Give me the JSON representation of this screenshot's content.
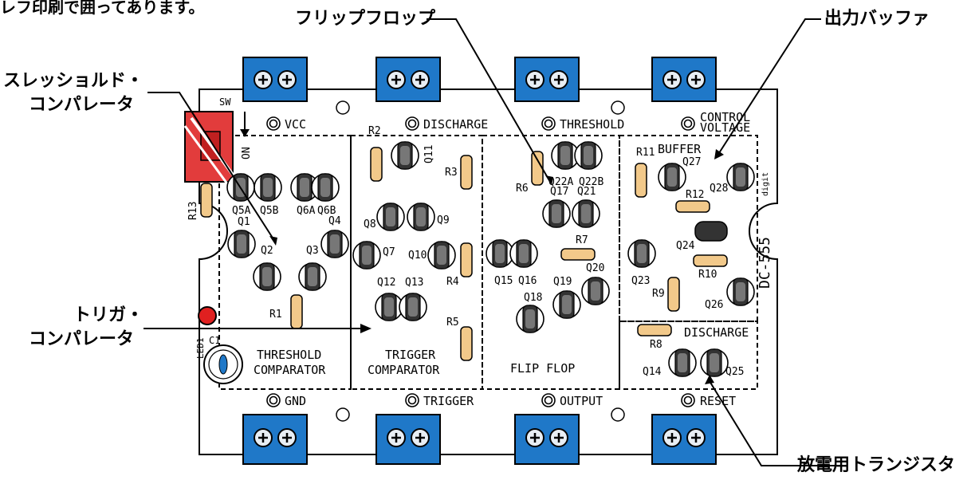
{
  "top_fragment": "レフ印刷で囲ってあります。",
  "callouts": {
    "flipflop": "フリップフロップ",
    "output_buffer": "出力バッファ",
    "threshold_comp_1": "スレッショルド・",
    "threshold_comp_2": "コンパレータ",
    "trigger_comp_1": "トリガ・",
    "trigger_comp_2": "コンパレータ",
    "discharge_tr": "放電用トランジスタ"
  },
  "board": {
    "switch_label": "SW",
    "switch_on": "ON",
    "model": "DC-555",
    "digit": "digit",
    "led": "LED1",
    "cap": "C1",
    "pads_top": [
      "VCC",
      "DISCHARGE",
      "THRESHOLD",
      "CONTROL",
      "VOLTAGE"
    ],
    "pads_bottom": [
      "GND",
      "TRIGGER",
      "OUTPUT",
      "RESET"
    ],
    "sections": [
      "THRESHOLD",
      "COMPARATOR",
      "TRIGGER",
      "COMPARATOR",
      "FLIP FLOP",
      "BUFFER",
      "DISCHARGE"
    ],
    "transistors": [
      "Q1",
      "Q2",
      "Q3",
      "Q4",
      "Q5A",
      "Q5B",
      "Q6A",
      "Q6B",
      "Q7",
      "Q8",
      "Q9",
      "Q10",
      "Q11",
      "Q12",
      "Q13",
      "Q14",
      "Q15",
      "Q16",
      "Q17",
      "Q18",
      "Q19",
      "Q20",
      "Q21",
      "Q22A",
      "Q22B",
      "Q23",
      "Q24",
      "Q25",
      "Q26",
      "Q27",
      "Q28"
    ],
    "resistors": [
      "R1",
      "R2",
      "R3",
      "R4",
      "R5",
      "R6",
      "R7",
      "R8",
      "R9",
      "R10",
      "R11",
      "R12",
      "R13"
    ]
  },
  "colors": {
    "terminal_blue": "#1f78c8",
    "switch_red": "#e23c3c",
    "led_red": "#e02020",
    "resistor_body": "#f2c98a"
  }
}
